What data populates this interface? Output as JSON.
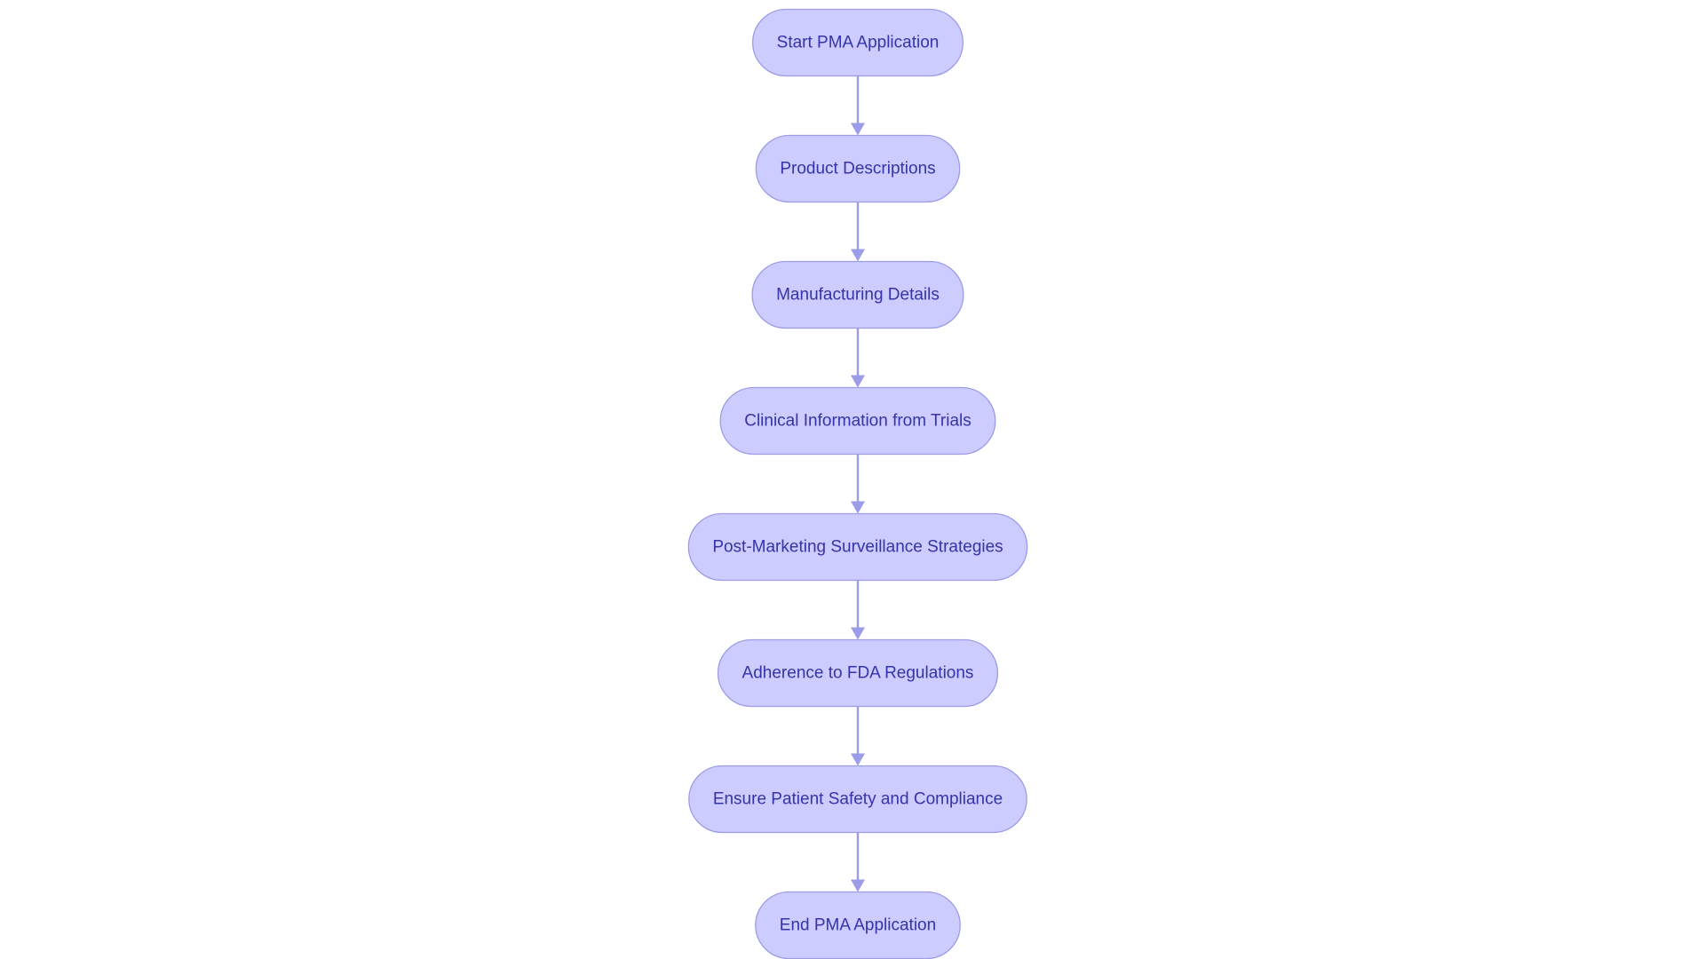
{
  "diagram": {
    "type": "flowchart",
    "direction": "top-to-bottom",
    "colors": {
      "node_fill": "#ccccff",
      "node_stroke": "#9c9ce8",
      "text": "#3434a8",
      "edge": "#9c9ce8"
    },
    "nodes": [
      {
        "id": "start",
        "label": "Start PMA Application"
      },
      {
        "id": "product",
        "label": "Product Descriptions"
      },
      {
        "id": "manufacturing",
        "label": "Manufacturing Details"
      },
      {
        "id": "clinical",
        "label": "Clinical Information from Trials"
      },
      {
        "id": "surveillance",
        "label": "Post-Marketing Surveillance Strategies"
      },
      {
        "id": "adherence",
        "label": "Adherence to FDA Regulations"
      },
      {
        "id": "safety",
        "label": "Ensure Patient Safety and Compliance"
      },
      {
        "id": "end",
        "label": "End PMA Application"
      }
    ],
    "edges": [
      {
        "from": "start",
        "to": "product"
      },
      {
        "from": "product",
        "to": "manufacturing"
      },
      {
        "from": "manufacturing",
        "to": "clinical"
      },
      {
        "from": "clinical",
        "to": "surveillance"
      },
      {
        "from": "surveillance",
        "to": "adherence"
      },
      {
        "from": "adherence",
        "to": "safety"
      },
      {
        "from": "safety",
        "to": "end"
      }
    ]
  }
}
